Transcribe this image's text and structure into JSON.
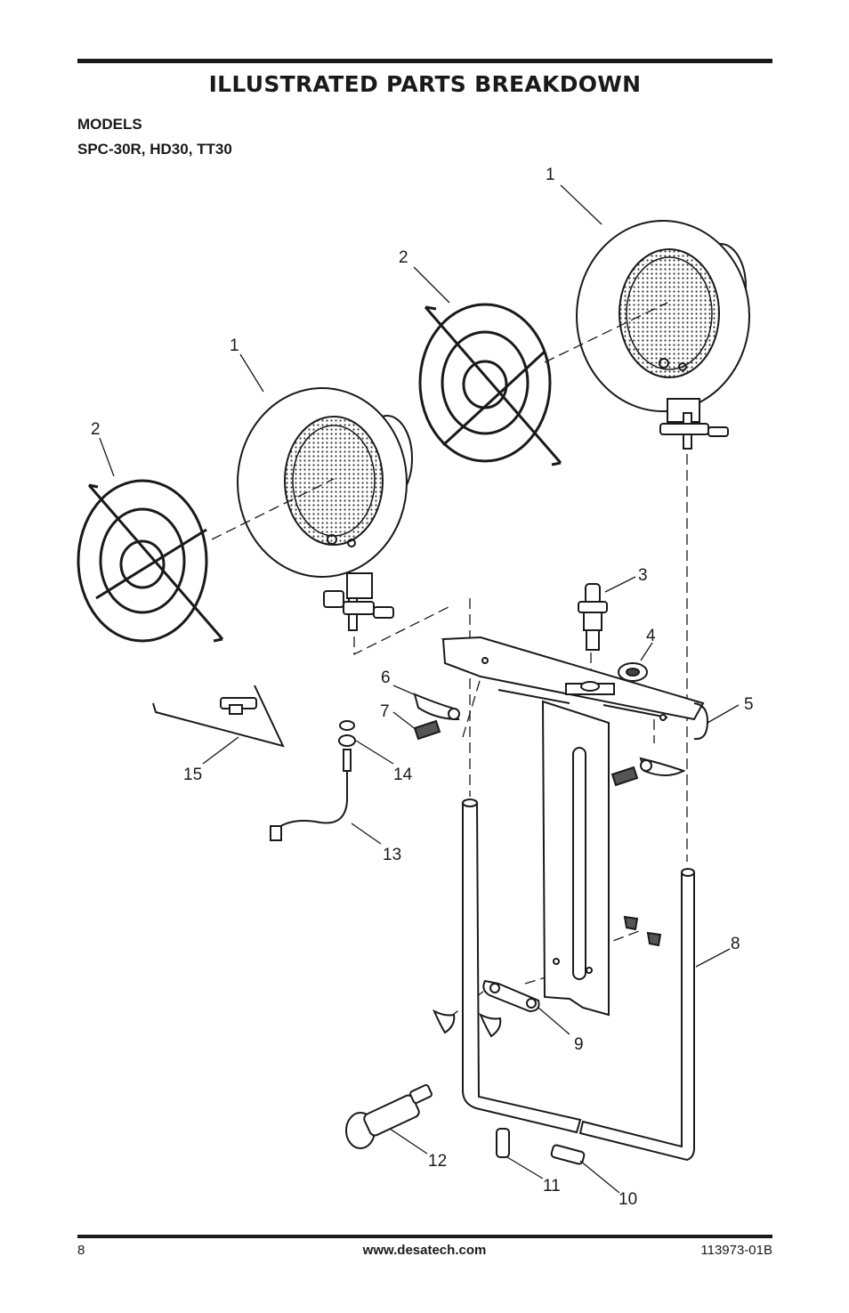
{
  "header": {
    "title": "ILLUSTRATED PARTS BREAKDOWN",
    "models_label": "MODELS",
    "models_list": "SPC-30R, HD30, TT30"
  },
  "callouts": [
    {
      "id": "c1a",
      "label": "1"
    },
    {
      "id": "c2a",
      "label": "2"
    },
    {
      "id": "c1b",
      "label": "1"
    },
    {
      "id": "c2b",
      "label": "2"
    },
    {
      "id": "c3",
      "label": "3"
    },
    {
      "id": "c4",
      "label": "4"
    },
    {
      "id": "c5",
      "label": "5"
    },
    {
      "id": "c6",
      "label": "6"
    },
    {
      "id": "c7",
      "label": "7"
    },
    {
      "id": "c8",
      "label": "8"
    },
    {
      "id": "c9",
      "label": "9"
    },
    {
      "id": "c10",
      "label": "10"
    },
    {
      "id": "c11",
      "label": "11"
    },
    {
      "id": "c12",
      "label": "12"
    },
    {
      "id": "c13",
      "label": "13"
    },
    {
      "id": "c14",
      "label": "14"
    },
    {
      "id": "c15",
      "label": "15"
    }
  ],
  "footer": {
    "page_number": "8",
    "website": "www.desatech.com",
    "doc_number": "113973-01B"
  }
}
